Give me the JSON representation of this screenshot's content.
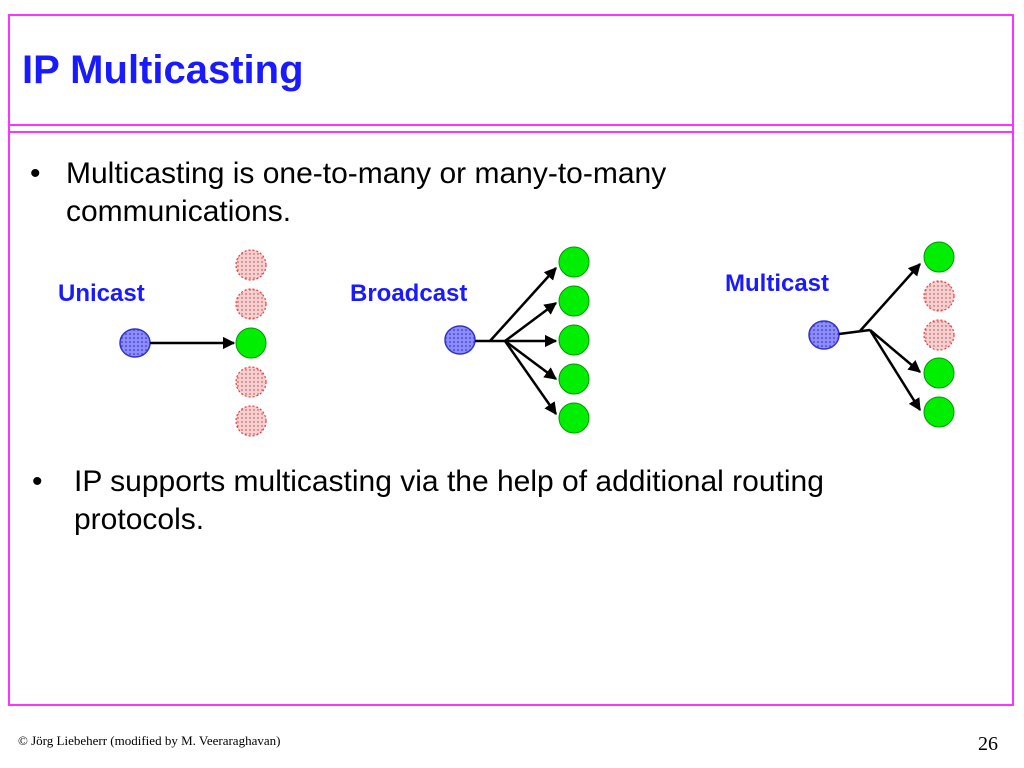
{
  "slide": {
    "title": "IP Multicasting",
    "bullets": [
      {
        "symbol": "•",
        "text": "Multicasting is one-to-many or many-to-many communications."
      },
      {
        "symbol": "•",
        "text": "IP supports multicasting via the help of additional routing protocols."
      }
    ]
  },
  "diagrams": {
    "unicast": {
      "label": "Unicast",
      "receivers": [
        "not-receiving",
        "not-receiving",
        "receiving",
        "not-receiving",
        "not-receiving"
      ]
    },
    "broadcast": {
      "label": "Broadcast",
      "receivers": [
        "receiving",
        "receiving",
        "receiving",
        "receiving",
        "receiving"
      ]
    },
    "multicast": {
      "label": "Multicast",
      "receivers": [
        "receiving",
        "not-receiving",
        "not-receiving",
        "receiving",
        "receiving"
      ]
    }
  },
  "colors": {
    "title": "#1a1aff",
    "border": "#ff33ff",
    "sender_fill": "#8080ff",
    "receiving_fill": "#00ee00",
    "not_receiving_fill": "#f4c6c6",
    "not_receiving_stroke": "#ff3333"
  },
  "footer": {
    "copyright": "© Jörg Liebeherr (modified by M. Veeraraghavan)",
    "page_number": "26"
  }
}
